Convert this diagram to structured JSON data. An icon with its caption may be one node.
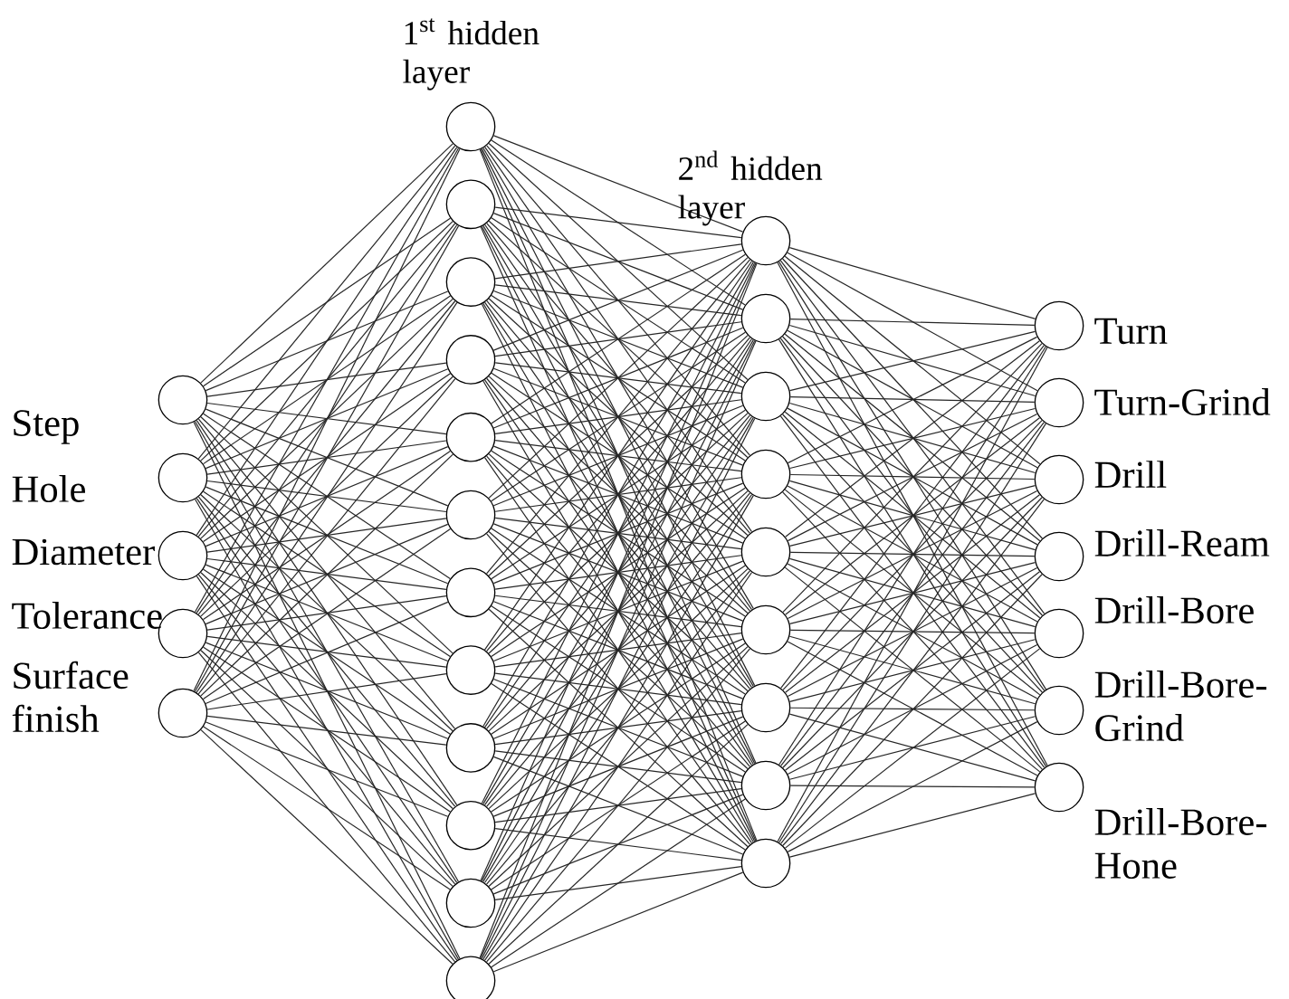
{
  "diagram": {
    "nodes": [
      {
        "text": [],
        "shape": "circle",
        "beside": [
          "Step"
        ]
      },
      {
        "text": [],
        "shape": "circle",
        "beside": [
          "Hole"
        ]
      },
      {
        "text": [],
        "shape": "circle",
        "beside": [
          "Diameter"
        ]
      },
      {
        "text": [],
        "shape": "circle",
        "beside": [
          "Tolerance"
        ]
      },
      {
        "text": [],
        "shape": "circle",
        "beside": [
          "Surface finish"
        ]
      },
      {
        "text": [],
        "shape": "circle"
      },
      {
        "text": [],
        "shape": "circle"
      },
      {
        "text": [],
        "shape": "circle"
      },
      {
        "text": [],
        "shape": "circle"
      },
      {
        "text": [],
        "shape": "circle"
      },
      {
        "text": [],
        "shape": "circle"
      },
      {
        "text": [],
        "shape": "circle"
      },
      {
        "text": [],
        "shape": "circle"
      },
      {
        "text": [],
        "shape": "circle"
      },
      {
        "text": [],
        "shape": "circle"
      },
      {
        "text": [],
        "shape": "circle"
      },
      {
        "text": [],
        "shape": "circle"
      },
      {
        "text": [],
        "shape": "circle"
      },
      {
        "text": [],
        "shape": "circle"
      },
      {
        "text": [],
        "shape": "circle"
      },
      {
        "text": [],
        "shape": "circle"
      },
      {
        "text": [],
        "shape": "circle"
      },
      {
        "text": [],
        "shape": "circle"
      },
      {
        "text": [],
        "shape": "circle"
      },
      {
        "text": [],
        "shape": "circle"
      },
      {
        "text": [],
        "shape": "circle"
      },
      {
        "text": [],
        "shape": "circle",
        "beside": [
          "Turn"
        ]
      },
      {
        "text": [],
        "shape": "circle",
        "beside": [
          "Turn-Grind"
        ]
      },
      {
        "text": [],
        "shape": "circle",
        "beside": [
          "Drill"
        ]
      },
      {
        "text": [],
        "shape": "circle",
        "beside": [
          "Drill-Ream"
        ]
      },
      {
        "text": [],
        "shape": "circle",
        "beside": [
          "Drill-Bore"
        ]
      },
      {
        "text": [],
        "shape": "circle",
        "beside": [
          "Drill-Bore- Grind"
        ]
      },
      {
        "text": [],
        "shape": "circle",
        "beside": [
          "Drill-Bore- Hone"
        ]
      }
    ],
    "edges": [
      {
        "from": 0,
        "to": 5,
        "arrow": "none"
      },
      {
        "from": 0,
        "to": 6,
        "arrow": "none"
      },
      {
        "from": 0,
        "to": 7,
        "arrow": "none"
      },
      {
        "from": 0,
        "to": 8,
        "arrow": "none"
      },
      {
        "from": 0,
        "to": 9,
        "arrow": "none"
      },
      {
        "from": 0,
        "to": 10,
        "arrow": "none"
      },
      {
        "from": 0,
        "to": 11,
        "arrow": "none"
      },
      {
        "from": 0,
        "to": 12,
        "arrow": "none"
      },
      {
        "from": 0,
        "to": 13,
        "arrow": "none"
      },
      {
        "from": 0,
        "to": 14,
        "arrow": "none"
      },
      {
        "from": 0,
        "to": 15,
        "arrow": "none"
      },
      {
        "from": 0,
        "to": 16,
        "arrow": "none"
      },
      {
        "from": 1,
        "to": 5,
        "arrow": "none"
      },
      {
        "from": 1,
        "to": 6,
        "arrow": "none"
      },
      {
        "from": 1,
        "to": 7,
        "arrow": "none"
      },
      {
        "from": 1,
        "to": 8,
        "arrow": "none"
      },
      {
        "from": 1,
        "to": 9,
        "arrow": "none"
      },
      {
        "from": 1,
        "to": 10,
        "arrow": "none"
      },
      {
        "from": 1,
        "to": 11,
        "arrow": "none"
      },
      {
        "from": 1,
        "to": 12,
        "arrow": "none"
      },
      {
        "from": 1,
        "to": 13,
        "arrow": "none"
      },
      {
        "from": 1,
        "to": 14,
        "arrow": "none"
      },
      {
        "from": 1,
        "to": 15,
        "arrow": "none"
      },
      {
        "from": 1,
        "to": 16,
        "arrow": "none"
      },
      {
        "from": 2,
        "to": 5,
        "arrow": "none"
      },
      {
        "from": 2,
        "to": 6,
        "arrow": "none"
      },
      {
        "from": 2,
        "to": 7,
        "arrow": "none"
      },
      {
        "from": 2,
        "to": 8,
        "arrow": "none"
      },
      {
        "from": 2,
        "to": 9,
        "arrow": "none"
      },
      {
        "from": 2,
        "to": 10,
        "arrow": "none"
      },
      {
        "from": 2,
        "to": 11,
        "arrow": "none"
      },
      {
        "from": 2,
        "to": 12,
        "arrow": "none"
      },
      {
        "from": 2,
        "to": 13,
        "arrow": "none"
      },
      {
        "from": 2,
        "to": 14,
        "arrow": "none"
      },
      {
        "from": 2,
        "to": 15,
        "arrow": "none"
      },
      {
        "from": 2,
        "to": 16,
        "arrow": "none"
      },
      {
        "from": 3,
        "to": 5,
        "arrow": "none"
      },
      {
        "from": 3,
        "to": 6,
        "arrow": "none"
      },
      {
        "from": 3,
        "to": 7,
        "arrow": "none"
      },
      {
        "from": 3,
        "to": 8,
        "arrow": "none"
      },
      {
        "from": 3,
        "to": 9,
        "arrow": "none"
      },
      {
        "from": 3,
        "to": 10,
        "arrow": "none"
      },
      {
        "from": 3,
        "to": 11,
        "arrow": "none"
      },
      {
        "from": 3,
        "to": 12,
        "arrow": "none"
      },
      {
        "from": 3,
        "to": 13,
        "arrow": "none"
      },
      {
        "from": 3,
        "to": 14,
        "arrow": "none"
      },
      {
        "from": 3,
        "to": 15,
        "arrow": "none"
      },
      {
        "from": 3,
        "to": 16,
        "arrow": "none"
      },
      {
        "from": 4,
        "to": 5,
        "arrow": "none"
      },
      {
        "from": 4,
        "to": 6,
        "arrow": "none"
      },
      {
        "from": 4,
        "to": 7,
        "arrow": "none"
      },
      {
        "from": 4,
        "to": 8,
        "arrow": "none"
      },
      {
        "from": 4,
        "to": 9,
        "arrow": "none"
      },
      {
        "from": 4,
        "to": 10,
        "arrow": "none"
      },
      {
        "from": 4,
        "to": 11,
        "arrow": "none"
      },
      {
        "from": 4,
        "to": 12,
        "arrow": "none"
      },
      {
        "from": 4,
        "to": 13,
        "arrow": "none"
      },
      {
        "from": 4,
        "to": 14,
        "arrow": "none"
      },
      {
        "from": 4,
        "to": 15,
        "arrow": "none"
      },
      {
        "from": 4,
        "to": 16,
        "arrow": "none"
      },
      {
        "from": 5,
        "to": 17,
        "arrow": "none"
      },
      {
        "from": 5,
        "to": 18,
        "arrow": "none"
      },
      {
        "from": 5,
        "to": 19,
        "arrow": "none"
      },
      {
        "from": 5,
        "to": 20,
        "arrow": "none"
      },
      {
        "from": 5,
        "to": 21,
        "arrow": "none"
      },
      {
        "from": 5,
        "to": 22,
        "arrow": "none"
      },
      {
        "from": 5,
        "to": 23,
        "arrow": "none"
      },
      {
        "from": 5,
        "to": 24,
        "arrow": "none"
      },
      {
        "from": 5,
        "to": 25,
        "arrow": "none"
      },
      {
        "from": 6,
        "to": 17,
        "arrow": "none"
      },
      {
        "from": 6,
        "to": 18,
        "arrow": "none"
      },
      {
        "from": 6,
        "to": 19,
        "arrow": "none"
      },
      {
        "from": 6,
        "to": 20,
        "arrow": "none"
      },
      {
        "from": 6,
        "to": 21,
        "arrow": "none"
      },
      {
        "from": 6,
        "to": 22,
        "arrow": "none"
      },
      {
        "from": 6,
        "to": 23,
        "arrow": "none"
      },
      {
        "from": 6,
        "to": 24,
        "arrow": "none"
      },
      {
        "from": 6,
        "to": 25,
        "arrow": "none"
      },
      {
        "from": 7,
        "to": 17,
        "arrow": "none"
      },
      {
        "from": 7,
        "to": 18,
        "arrow": "none"
      },
      {
        "from": 7,
        "to": 19,
        "arrow": "none"
      },
      {
        "from": 7,
        "to": 20,
        "arrow": "none"
      },
      {
        "from": 7,
        "to": 21,
        "arrow": "none"
      },
      {
        "from": 7,
        "to": 22,
        "arrow": "none"
      },
      {
        "from": 7,
        "to": 23,
        "arrow": "none"
      },
      {
        "from": 7,
        "to": 24,
        "arrow": "none"
      },
      {
        "from": 7,
        "to": 25,
        "arrow": "none"
      },
      {
        "from": 8,
        "to": 17,
        "arrow": "none"
      },
      {
        "from": 8,
        "to": 18,
        "arrow": "none"
      },
      {
        "from": 8,
        "to": 19,
        "arrow": "none"
      },
      {
        "from": 8,
        "to": 20,
        "arrow": "none"
      },
      {
        "from": 8,
        "to": 21,
        "arrow": "none"
      },
      {
        "from": 8,
        "to": 22,
        "arrow": "none"
      },
      {
        "from": 8,
        "to": 23,
        "arrow": "none"
      },
      {
        "from": 8,
        "to": 24,
        "arrow": "none"
      },
      {
        "from": 8,
        "to": 25,
        "arrow": "none"
      },
      {
        "from": 9,
        "to": 17,
        "arrow": "none"
      },
      {
        "from": 9,
        "to": 18,
        "arrow": "none"
      },
      {
        "from": 9,
        "to": 19,
        "arrow": "none"
      },
      {
        "from": 9,
        "to": 20,
        "arrow": "none"
      },
      {
        "from": 9,
        "to": 21,
        "arrow": "none"
      },
      {
        "from": 9,
        "to": 22,
        "arrow": "none"
      },
      {
        "from": 9,
        "to": 23,
        "arrow": "none"
      },
      {
        "from": 9,
        "to": 24,
        "arrow": "none"
      },
      {
        "from": 9,
        "to": 25,
        "arrow": "none"
      },
      {
        "from": 10,
        "to": 17,
        "arrow": "none"
      },
      {
        "from": 10,
        "to": 18,
        "arrow": "none"
      },
      {
        "from": 10,
        "to": 19,
        "arrow": "none"
      },
      {
        "from": 10,
        "to": 20,
        "arrow": "none"
      },
      {
        "from": 10,
        "to": 21,
        "arrow": "none"
      },
      {
        "from": 10,
        "to": 22,
        "arrow": "none"
      },
      {
        "from": 10,
        "to": 23,
        "arrow": "none"
      },
      {
        "from": 10,
        "to": 24,
        "arrow": "none"
      },
      {
        "from": 10,
        "to": 25,
        "arrow": "none"
      },
      {
        "from": 11,
        "to": 17,
        "arrow": "none"
      },
      {
        "from": 11,
        "to": 18,
        "arrow": "none"
      },
      {
        "from": 11,
        "to": 19,
        "arrow": "none"
      },
      {
        "from": 11,
        "to": 20,
        "arrow": "none"
      },
      {
        "from": 11,
        "to": 21,
        "arrow": "none"
      },
      {
        "from": 11,
        "to": 22,
        "arrow": "none"
      },
      {
        "from": 11,
        "to": 23,
        "arrow": "none"
      },
      {
        "from": 11,
        "to": 24,
        "arrow": "none"
      },
      {
        "from": 11,
        "to": 25,
        "arrow": "none"
      },
      {
        "from": 12,
        "to": 17,
        "arrow": "none"
      },
      {
        "from": 12,
        "to": 18,
        "arrow": "none"
      },
      {
        "from": 12,
        "to": 19,
        "arrow": "none"
      },
      {
        "from": 12,
        "to": 20,
        "arrow": "none"
      },
      {
        "from": 12,
        "to": 21,
        "arrow": "none"
      },
      {
        "from": 12,
        "to": 22,
        "arrow": "none"
      },
      {
        "from": 12,
        "to": 23,
        "arrow": "none"
      },
      {
        "from": 12,
        "to": 24,
        "arrow": "none"
      },
      {
        "from": 12,
        "to": 25,
        "arrow": "none"
      },
      {
        "from": 13,
        "to": 17,
        "arrow": "none"
      },
      {
        "from": 13,
        "to": 18,
        "arrow": "none"
      },
      {
        "from": 13,
        "to": 19,
        "arrow": "none"
      },
      {
        "from": 13,
        "to": 20,
        "arrow": "none"
      },
      {
        "from": 13,
        "to": 21,
        "arrow": "none"
      },
      {
        "from": 13,
        "to": 22,
        "arrow": "none"
      },
      {
        "from": 13,
        "to": 23,
        "arrow": "none"
      },
      {
        "from": 13,
        "to": 24,
        "arrow": "none"
      },
      {
        "from": 13,
        "to": 25,
        "arrow": "none"
      },
      {
        "from": 14,
        "to": 17,
        "arrow": "none"
      },
      {
        "from": 14,
        "to": 18,
        "arrow": "none"
      },
      {
        "from": 14,
        "to": 19,
        "arrow": "none"
      },
      {
        "from": 14,
        "to": 20,
        "arrow": "none"
      },
      {
        "from": 14,
        "to": 21,
        "arrow": "none"
      },
      {
        "from": 14,
        "to": 22,
        "arrow": "none"
      },
      {
        "from": 14,
        "to": 23,
        "arrow": "none"
      },
      {
        "from": 14,
        "to": 24,
        "arrow": "none"
      },
      {
        "from": 14,
        "to": 25,
        "arrow": "none"
      },
      {
        "from": 15,
        "to": 17,
        "arrow": "none"
      },
      {
        "from": 15,
        "to": 18,
        "arrow": "none"
      },
      {
        "from": 15,
        "to": 19,
        "arrow": "none"
      },
      {
        "from": 15,
        "to": 20,
        "arrow": "none"
      },
      {
        "from": 15,
        "to": 21,
        "arrow": "none"
      },
      {
        "from": 15,
        "to": 22,
        "arrow": "none"
      },
      {
        "from": 15,
        "to": 23,
        "arrow": "none"
      },
      {
        "from": 15,
        "to": 24,
        "arrow": "none"
      },
      {
        "from": 15,
        "to": 25,
        "arrow": "none"
      },
      {
        "from": 16,
        "to": 17,
        "arrow": "none"
      },
      {
        "from": 16,
        "to": 18,
        "arrow": "none"
      },
      {
        "from": 16,
        "to": 19,
        "arrow": "none"
      },
      {
        "from": 16,
        "to": 20,
        "arrow": "none"
      },
      {
        "from": 16,
        "to": 21,
        "arrow": "none"
      },
      {
        "from": 16,
        "to": 22,
        "arrow": "none"
      },
      {
        "from": 16,
        "to": 23,
        "arrow": "none"
      },
      {
        "from": 16,
        "to": 24,
        "arrow": "none"
      },
      {
        "from": 16,
        "to": 25,
        "arrow": "none"
      },
      {
        "from": 17,
        "to": 26,
        "arrow": "none"
      },
      {
        "from": 17,
        "to": 27,
        "arrow": "none"
      },
      {
        "from": 17,
        "to": 28,
        "arrow": "none"
      },
      {
        "from": 17,
        "to": 29,
        "arrow": "none"
      },
      {
        "from": 17,
        "to": 30,
        "arrow": "none"
      },
      {
        "from": 17,
        "to": 31,
        "arrow": "none"
      },
      {
        "from": 17,
        "to": 32,
        "arrow": "none"
      },
      {
        "from": 18,
        "to": 26,
        "arrow": "none"
      },
      {
        "from": 18,
        "to": 27,
        "arrow": "none"
      },
      {
        "from": 18,
        "to": 28,
        "arrow": "none"
      },
      {
        "from": 18,
        "to": 29,
        "arrow": "none"
      },
      {
        "from": 18,
        "to": 30,
        "arrow": "none"
      },
      {
        "from": 18,
        "to": 31,
        "arrow": "none"
      },
      {
        "from": 18,
        "to": 32,
        "arrow": "none"
      },
      {
        "from": 19,
        "to": 26,
        "arrow": "none"
      },
      {
        "from": 19,
        "to": 27,
        "arrow": "none"
      },
      {
        "from": 19,
        "to": 28,
        "arrow": "none"
      },
      {
        "from": 19,
        "to": 29,
        "arrow": "none"
      },
      {
        "from": 19,
        "to": 30,
        "arrow": "none"
      },
      {
        "from": 19,
        "to": 31,
        "arrow": "none"
      },
      {
        "from": 19,
        "to": 32,
        "arrow": "none"
      },
      {
        "from": 20,
        "to": 26,
        "arrow": "none"
      },
      {
        "from": 20,
        "to": 27,
        "arrow": "none"
      },
      {
        "from": 20,
        "to": 28,
        "arrow": "none"
      },
      {
        "from": 20,
        "to": 29,
        "arrow": "none"
      },
      {
        "from": 20,
        "to": 30,
        "arrow": "none"
      },
      {
        "from": 20,
        "to": 31,
        "arrow": "none"
      },
      {
        "from": 20,
        "to": 32,
        "arrow": "none"
      },
      {
        "from": 21,
        "to": 26,
        "arrow": "none"
      },
      {
        "from": 21,
        "to": 27,
        "arrow": "none"
      },
      {
        "from": 21,
        "to": 28,
        "arrow": "none"
      },
      {
        "from": 21,
        "to": 29,
        "arrow": "none"
      },
      {
        "from": 21,
        "to": 30,
        "arrow": "none"
      },
      {
        "from": 21,
        "to": 31,
        "arrow": "none"
      },
      {
        "from": 21,
        "to": 32,
        "arrow": "none"
      },
      {
        "from": 22,
        "to": 26,
        "arrow": "none"
      },
      {
        "from": 22,
        "to": 27,
        "arrow": "none"
      },
      {
        "from": 22,
        "to": 28,
        "arrow": "none"
      },
      {
        "from": 22,
        "to": 29,
        "arrow": "none"
      },
      {
        "from": 22,
        "to": 30,
        "arrow": "none"
      },
      {
        "from": 22,
        "to": 31,
        "arrow": "none"
      },
      {
        "from": 22,
        "to": 32,
        "arrow": "none"
      },
      {
        "from": 23,
        "to": 26,
        "arrow": "none"
      },
      {
        "from": 23,
        "to": 27,
        "arrow": "none"
      },
      {
        "from": 23,
        "to": 28,
        "arrow": "none"
      },
      {
        "from": 23,
        "to": 29,
        "arrow": "none"
      },
      {
        "from": 23,
        "to": 30,
        "arrow": "none"
      },
      {
        "from": 23,
        "to": 31,
        "arrow": "none"
      },
      {
        "from": 23,
        "to": 32,
        "arrow": "none"
      },
      {
        "from": 24,
        "to": 26,
        "arrow": "none"
      },
      {
        "from": 24,
        "to": 27,
        "arrow": "none"
      },
      {
        "from": 24,
        "to": 28,
        "arrow": "none"
      },
      {
        "from": 24,
        "to": 29,
        "arrow": "none"
      },
      {
        "from": 24,
        "to": 30,
        "arrow": "none"
      },
      {
        "from": 24,
        "to": 31,
        "arrow": "none"
      },
      {
        "from": 24,
        "to": 32,
        "arrow": "none"
      },
      {
        "from": 25,
        "to": 26,
        "arrow": "none"
      },
      {
        "from": 25,
        "to": 27,
        "arrow": "none"
      },
      {
        "from": 25,
        "to": 28,
        "arrow": "none"
      },
      {
        "from": 25,
        "to": 29,
        "arrow": "none"
      },
      {
        "from": 25,
        "to": 30,
        "arrow": "none"
      },
      {
        "from": 25,
        "to": 31,
        "arrow": "none"
      },
      {
        "from": 25,
        "to": 32,
        "arrow": "none"
      }
    ],
    "labels": [
      "1$^{st}$ hidden layer",
      "2$^{nd}$ hidden layer"
    ]
  }
}
